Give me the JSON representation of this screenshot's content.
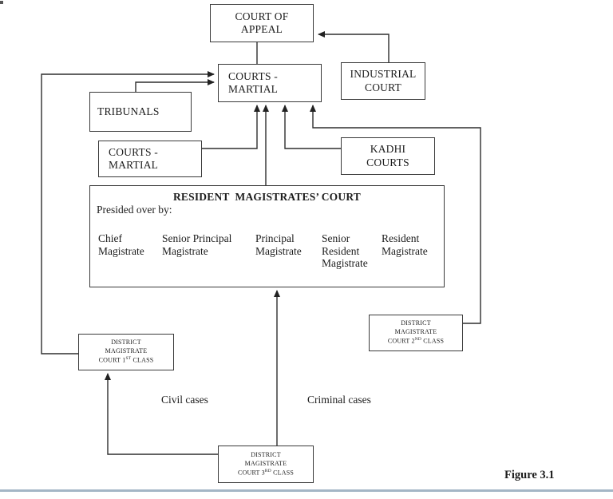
{
  "boxes": {
    "court_of_appeal": {
      "label": "COURT OF\nAPPEAL"
    },
    "courts_martial_top": {
      "label": "COURTS -\nMARTIAL"
    },
    "industrial_court": {
      "label": "INDUSTRIAL\nCOURT"
    },
    "tribunals": {
      "label": "TRIBUNALS"
    },
    "courts_martial_left": {
      "label": "COURTS -\nMARTIAL"
    },
    "kadhi_courts": {
      "label": "KADHI\nCOURTS"
    },
    "resident_magistrates_court": {
      "title": "RESIDENT  MAGISTRATES’ COURT",
      "subtitle": "Presided over by:",
      "presiders": [
        "Chief\nMagistrate",
        "Senior Principal\nMagistrate",
        "Principal\nMagistrate",
        "Senior\nResident\nMagistrate",
        "Resident\nMagistrate"
      ]
    },
    "district_first": {
      "line1": "DISTRICT",
      "line2": "MAGISTRATE",
      "line3_pre": "COURT 1",
      "line3_sup": "ST",
      "line3_post": " CLASS"
    },
    "district_second": {
      "line1": "DISTRICT",
      "line2": "MAGISTRATE",
      "line3_pre": "COURT 2",
      "line3_sup": "ND",
      "line3_post": " CLASS"
    },
    "district_third": {
      "line1": "DISTRICT",
      "line2": "MAGISTRATE",
      "line3_pre": "COURT 3",
      "line3_sup": "RD",
      "line3_post": " CLASS"
    }
  },
  "labels": {
    "civil": "Civil cases",
    "criminal": "Criminal cases"
  },
  "figure": {
    "caption": "Figure 3.1"
  },
  "colors": {
    "connector": "#2e2e2e",
    "box_border": "#3a3a3a",
    "bottom_rule": "#a4b6c6"
  }
}
